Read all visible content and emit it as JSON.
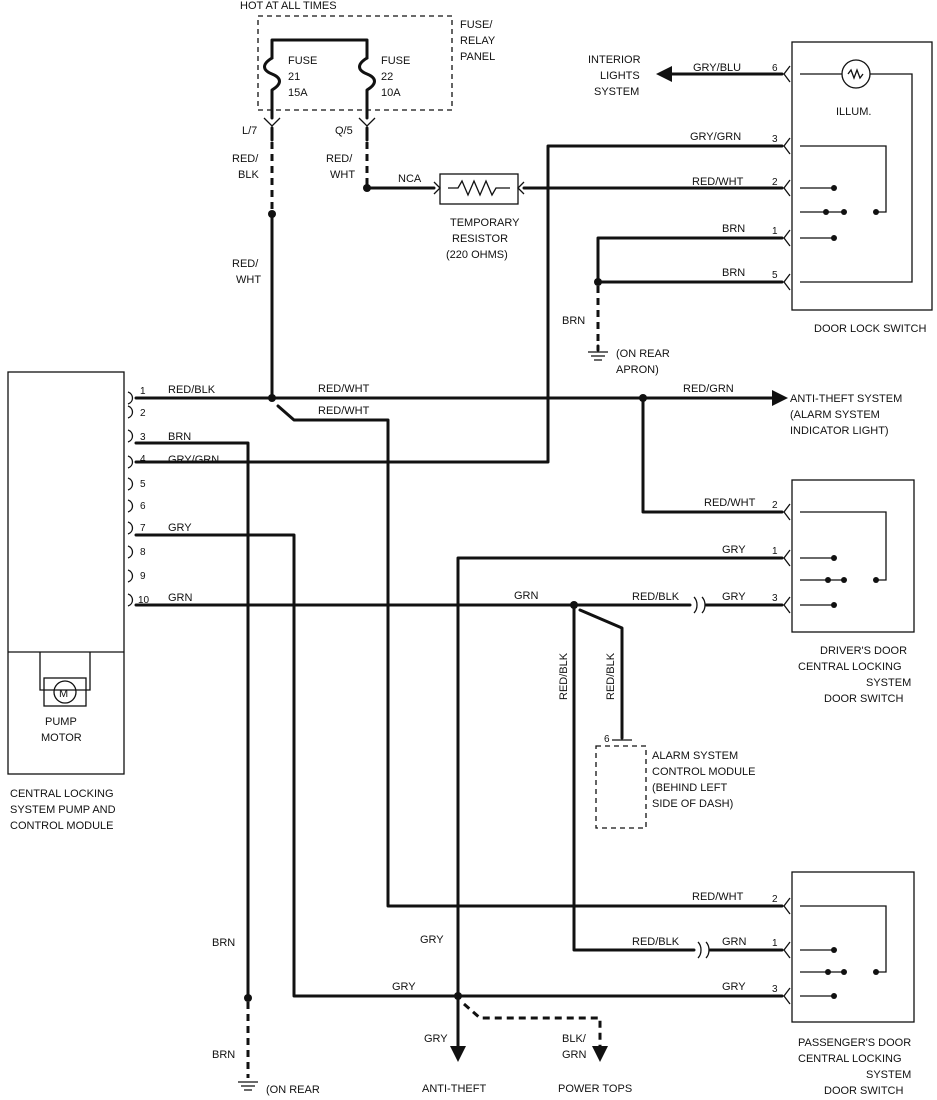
{
  "fuse_panel": {
    "hot_label": "HOT AT ALL TIMES",
    "title_lines": [
      "FUSE/",
      "RELAY",
      "PANEL"
    ],
    "fuse21_lines": [
      "FUSE",
      "21",
      "15A"
    ],
    "fuse22_lines": [
      "FUSE",
      "22",
      "10A"
    ],
    "terminal_left": "L/7",
    "terminal_right": "Q/5"
  },
  "wires": {
    "red_blk_upper_lines": [
      "RED/",
      "BLK"
    ],
    "red_wht_upper_lines": [
      "RED/",
      "WHT"
    ],
    "red_wht_mid_lines": [
      "RED/",
      "WHT"
    ],
    "nca": "NCA",
    "brn_vertical": "BRN",
    "red_wht_main": "RED/WHT",
    "red_wht_branch": "RED/WHT",
    "red_grn": "RED/GRN",
    "driver_red_wht": "RED/WHT",
    "driver_gry": "GRY",
    "grn_mid": "GRN",
    "red_blk_horiz": "RED/BLK",
    "driver_gry_3": "GRY",
    "red_blk_vert_a": "RED/BLK",
    "red_blk_vert_b": "RED/BLK",
    "pass_red_wht": "RED/WHT",
    "pass_red_blk": "RED/BLK",
    "pass_grn": "GRN",
    "pass_gry": "GRY",
    "gry_vertical": "GRY",
    "gry_horiz_low": "GRY",
    "gry_down": "GRY",
    "blk_grn_lines": [
      "BLK/",
      "GRN"
    ],
    "brn_low_a": "BRN",
    "brn_low_b": "BRN"
  },
  "resistor": {
    "lines": [
      "TEMPORARY",
      "RESISTOR",
      "(220 OHMS)"
    ]
  },
  "door_lock_switch": {
    "label": "DOOR LOCK SWITCH",
    "illum": "ILLUM.",
    "pins": [
      {
        "pin": "6",
        "wire": "GRY/BLU"
      },
      {
        "pin": "3",
        "wire": "GRY/GRN"
      },
      {
        "pin": "2",
        "wire": "RED/WHT"
      },
      {
        "pin": "1",
        "wire": "BRN"
      },
      {
        "pin": "5",
        "wire": "BRN"
      }
    ]
  },
  "interior_lights": {
    "lines": [
      "INTERIOR",
      "LIGHTS",
      "SYSTEM"
    ]
  },
  "ground_upper": {
    "lines": [
      "(ON REAR",
      "APRON)"
    ]
  },
  "ground_lower": {
    "lines": [
      "(ON REAR"
    ]
  },
  "anti_theft": {
    "lines": [
      "ANTI-THEFT SYSTEM",
      "(ALARM SYSTEM",
      "INDICATOR LIGHT)"
    ]
  },
  "module": {
    "label_lines": [
      "CENTRAL LOCKING",
      "SYSTEM PUMP AND",
      "CONTROL MODULE"
    ],
    "motor_lines": [
      "PUMP",
      "MOTOR"
    ],
    "motor_symbol": "M",
    "pins": [
      {
        "pin": "1",
        "wire": "RED/BLK"
      },
      {
        "pin": "2",
        "wire": ""
      },
      {
        "pin": "3",
        "wire": "BRN"
      },
      {
        "pin": "4",
        "wire": "GRY/GRN"
      },
      {
        "pin": "5",
        "wire": ""
      },
      {
        "pin": "6",
        "wire": ""
      },
      {
        "pin": "7",
        "wire": "GRY"
      },
      {
        "pin": "8",
        "wire": ""
      },
      {
        "pin": "9",
        "wire": ""
      },
      {
        "pin": "10",
        "wire": "GRN"
      }
    ]
  },
  "driver_switch": {
    "label_lines": [
      "DRIVER'S DOOR",
      "CENTRAL LOCKING",
      "SYSTEM",
      "DOOR SWITCH"
    ],
    "pins": [
      "2",
      "1",
      "3"
    ]
  },
  "passenger_switch": {
    "label_lines": [
      "PASSENGER'S DOOR",
      "CENTRAL LOCKING",
      "SYSTEM",
      "DOOR SWITCH"
    ],
    "pins": [
      "2",
      "1",
      "3"
    ]
  },
  "alarm_module": {
    "pin": "6",
    "lines": [
      "ALARM SYSTEM",
      "CONTROL MODULE",
      "(BEHIND LEFT",
      "SIDE OF DASH)"
    ]
  },
  "bottom": {
    "anti_theft": "ANTI-THEFT",
    "power_tops": "POWER TOPS"
  }
}
